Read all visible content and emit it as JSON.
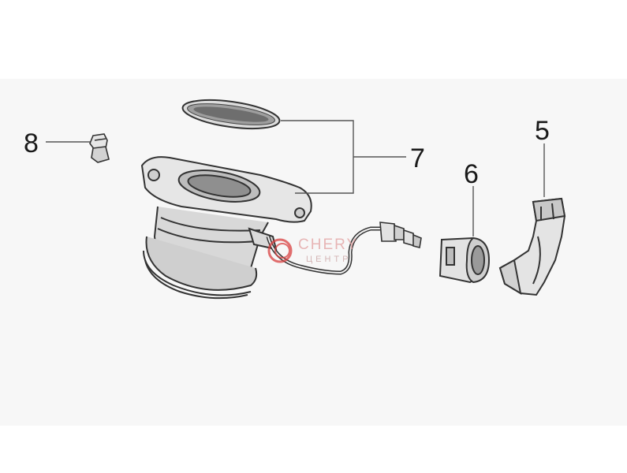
{
  "callouts": {
    "part_5": "5",
    "part_6": "6",
    "part_7": "7",
    "part_8": "8"
  },
  "watermark": {
    "brand_top": "CHERY",
    "brand_bottom": "ЦЕНТР",
    "color": "#d94040"
  },
  "colors": {
    "line": "#333333",
    "part_fill": "#e6e6e6",
    "part_fill_dark": "#bdbdbd",
    "leader": "#555555"
  }
}
